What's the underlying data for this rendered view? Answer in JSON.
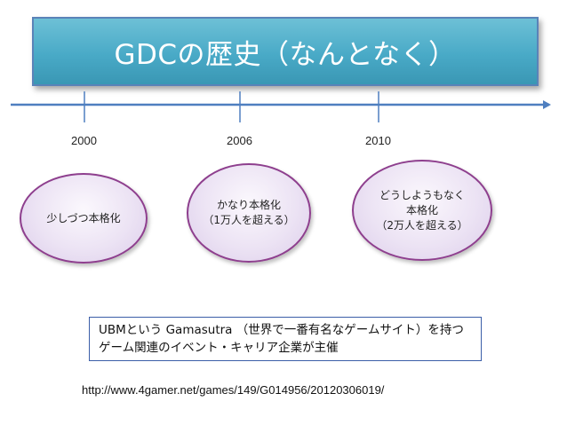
{
  "title": "GDCの歴史（なんとなく）",
  "timeline": {
    "years": [
      "2000",
      "2006",
      "2010"
    ]
  },
  "stages": [
    {
      "text": "少しづつ本格化"
    },
    {
      "text": "かなり本格化\n（1万人を超える）"
    },
    {
      "text": "どうしようもなく\n本格化\n（2万人を超える）"
    }
  ],
  "note": {
    "line1": "UBMという Gamasutra （世界で一番有名なゲームサイト）を持つ",
    "line2": "ゲーム関連のイベント・キャリア企業が主催"
  },
  "source_url": "http://www.4gamer.net/games/149/G014956/20120306019/",
  "colors": {
    "banner": "#4aabc8",
    "timeline": "#4f7fc0",
    "bubble_border": "#8e3f8e",
    "note_border": "#3b5ea8"
  }
}
